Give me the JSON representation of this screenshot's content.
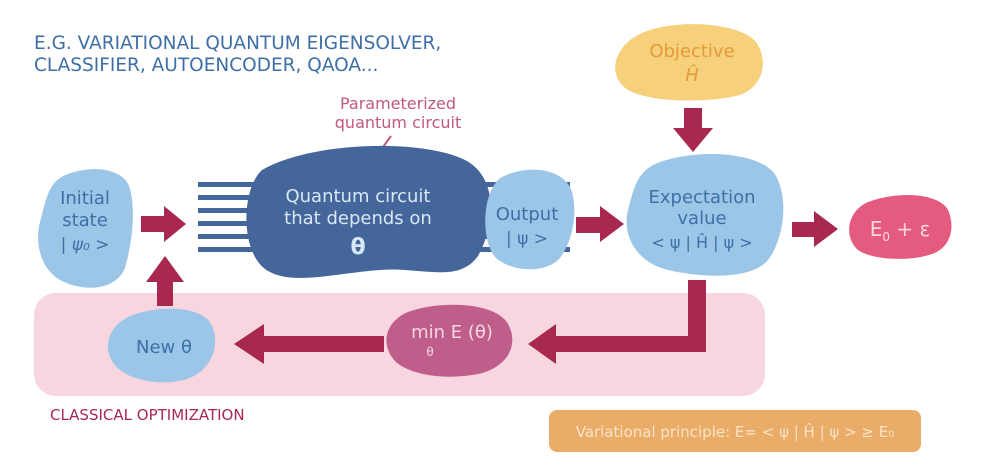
{
  "header": {
    "line1": "E.G. VARIATIONAL QUANTUM EIGENSOLVER,",
    "line2": "CLASSIFIER, AUTOENCODER, QAOA..."
  },
  "callout": {
    "line1": "Parameterized",
    "line2": "quantum circuit"
  },
  "initial": {
    "line1": "Initial",
    "line2": "state",
    "line3": "| ψ₀ >"
  },
  "circuit": {
    "line1": "Quantum circuit",
    "line2": "that depends on",
    "line3": "θ"
  },
  "output": {
    "line1": "Output",
    "line2": "| ψ >"
  },
  "objective": {
    "line1": "Objective",
    "line2": "Ĥ"
  },
  "expectation": {
    "line1": "Expectation",
    "line2": "value",
    "line3": "< ψ | Ĥ | ψ >"
  },
  "result": {
    "main": "E",
    "sub": "0",
    "rest": " + ε"
  },
  "minimize": {
    "line1": "min E (θ)",
    "sub": "θ"
  },
  "new_theta": {
    "label": "New θ"
  },
  "classical_label": "CLASSICAL OPTIMIZATION",
  "principle": "Variational principle: E= < ψ | Ĥ | ψ > ≥ E₀",
  "colors": {
    "light_blue": "#9cc6e8",
    "dark_blue": "#45669a",
    "arrow": "#a8284f",
    "objective": "#f6d07a",
    "result": "#e55b80",
    "minimize": "#bf5e8b",
    "classical_bg": "#f8d6df",
    "principle_bg": "#e9ad69",
    "header_text": "#3e6fa6",
    "pink_text": "#c2577f"
  }
}
